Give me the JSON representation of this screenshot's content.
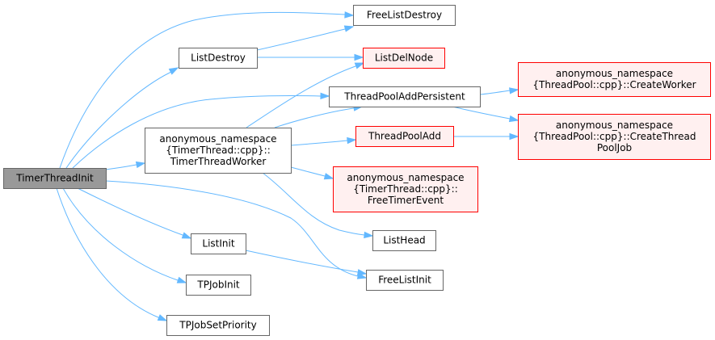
{
  "graph": {
    "colors": {
      "edge": "#63b8ff",
      "normal_border": "#666666",
      "normal_fill": "#ffffff",
      "root_fill": "#999999",
      "root_border": "#666666",
      "truncated_border": "#ff0000",
      "truncated_fill": "#fff0f0"
    },
    "nodes": [
      {
        "id": "timerthreadinit",
        "kind": "root",
        "lines": [
          "TimerThreadInit"
        ]
      },
      {
        "id": "freelistdestroy",
        "kind": "normal",
        "lines": [
          "FreeListDestroy"
        ]
      },
      {
        "id": "listdestroy",
        "kind": "normal",
        "lines": [
          "ListDestroy"
        ]
      },
      {
        "id": "listdelnode",
        "kind": "truncated",
        "lines": [
          "ListDelNode"
        ]
      },
      {
        "id": "threadpooladdpersistent",
        "kind": "normal",
        "lines": [
          "ThreadPoolAddPersistent"
        ]
      },
      {
        "id": "timerthreadworker",
        "kind": "normal",
        "lines": [
          "anonymous_namespace",
          "{TimerThread::cpp}::",
          "TimerThreadWorker"
        ]
      },
      {
        "id": "threadpooladd",
        "kind": "truncated",
        "lines": [
          "ThreadPoolAdd"
        ]
      },
      {
        "id": "createworker",
        "kind": "truncated",
        "lines": [
          "anonymous_namespace",
          "{ThreadPool::cpp}::CreateWorker"
        ]
      },
      {
        "id": "createthreadpooljob",
        "kind": "truncated",
        "lines": [
          "anonymous_namespace",
          "{ThreadPool::cpp}::CreateThread",
          "PoolJob"
        ]
      },
      {
        "id": "freetimerevent",
        "kind": "truncated",
        "lines": [
          "anonymous_namespace",
          "{TimerThread::cpp}::",
          "FreeTimerEvent"
        ]
      },
      {
        "id": "listhead",
        "kind": "normal",
        "lines": [
          "ListHead"
        ]
      },
      {
        "id": "listinit",
        "kind": "normal",
        "lines": [
          "ListInit"
        ]
      },
      {
        "id": "freelistinit",
        "kind": "normal",
        "lines": [
          "FreeListInit"
        ]
      },
      {
        "id": "tpjobinit",
        "kind": "normal",
        "lines": [
          "TPJobInit"
        ]
      },
      {
        "id": "tpjobsetpriority",
        "kind": "normal",
        "lines": [
          "TPJobSetPriority"
        ]
      }
    ],
    "edges": [
      {
        "from": "timerthreadinit",
        "to": "freelistdestroy"
      },
      {
        "from": "timerthreadinit",
        "to": "listdestroy"
      },
      {
        "from": "timerthreadinit",
        "to": "threadpooladdpersistent"
      },
      {
        "from": "timerthreadinit",
        "to": "timerthreadworker"
      },
      {
        "from": "timerthreadinit",
        "to": "freelistinit"
      },
      {
        "from": "timerthreadinit",
        "to": "listinit"
      },
      {
        "from": "timerthreadinit",
        "to": "tpjobinit"
      },
      {
        "from": "timerthreadinit",
        "to": "tpjobsetpriority"
      },
      {
        "from": "listdestroy",
        "to": "freelistdestroy"
      },
      {
        "from": "listdestroy",
        "to": "listdelnode"
      },
      {
        "from": "timerthreadworker",
        "to": "listdelnode"
      },
      {
        "from": "timerthreadworker",
        "to": "threadpooladdpersistent"
      },
      {
        "from": "timerthreadworker",
        "to": "threadpooladd"
      },
      {
        "from": "timerthreadworker",
        "to": "freetimerevent"
      },
      {
        "from": "timerthreadworker",
        "to": "listhead"
      },
      {
        "from": "threadpooladdpersistent",
        "to": "createworker"
      },
      {
        "from": "threadpooladdpersistent",
        "to": "createthreadpooljob"
      },
      {
        "from": "threadpooladd",
        "to": "createthreadpooljob"
      },
      {
        "from": "listinit",
        "to": "freelistinit"
      }
    ]
  }
}
